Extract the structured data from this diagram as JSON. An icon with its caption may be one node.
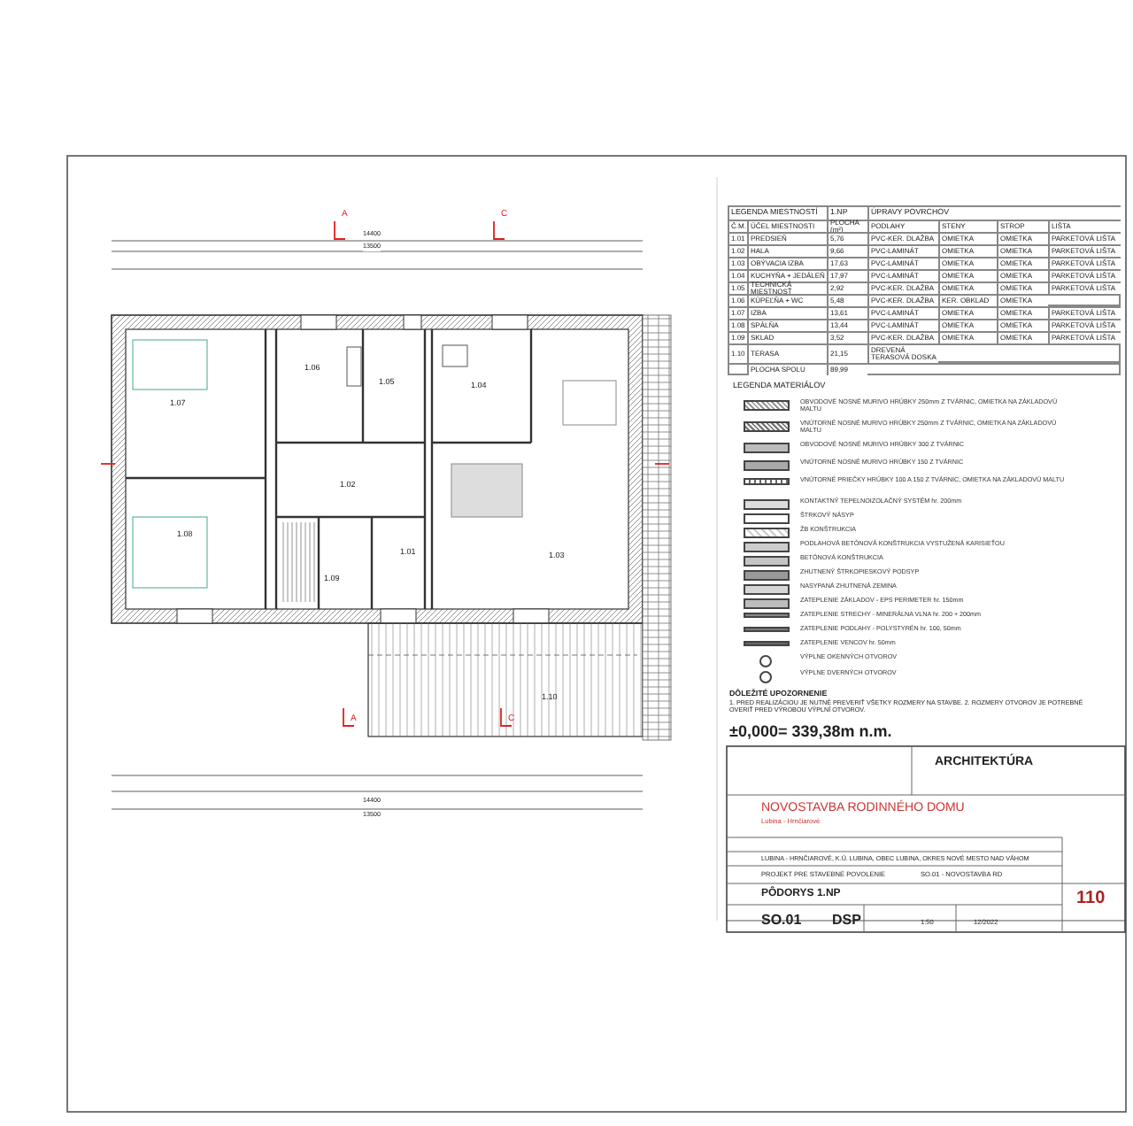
{
  "diagram": {
    "labels": [
      "LEGENDA MIESTNOSTÍ",
      "1.NP",
      "ÚPRAVY POVRCHOV",
      "Č.M.",
      "ÚČEL MIESTNOSTI",
      "PLOCHA (m²)",
      "PODLAHY",
      "STENY",
      "STROP",
      "LIŠTA",
      "1.01",
      "PREDSIEŇ",
      "5,76",
      "PVC-KER. DLAŽBA",
      "OMIETKA",
      "OMIETKA",
      "PARKETOVÁ LIŠTA",
      "1.02",
      "HALA",
      "9,66",
      "PVC-LAMINÁT",
      "OMIETKA",
      "OMIETKA",
      "PARKETOVÁ LIŠTA",
      "1.03",
      "OBÝVACIA IZBA",
      "17,63",
      "PVC-LAMINÁT",
      "OMIETKA",
      "OMIETKA",
      "PARKETOVÁ LIŠTA",
      "1.04",
      "KUCHYŇA + JEDÁLEŇ",
      "17,97",
      "PVC-LAMINÁT",
      "OMIETKA",
      "OMIETKA",
      "PARKETOVÁ LIŠTA",
      "1.05",
      "TECHNICKÁ MIESTNOSŤ",
      "2,92",
      "PVC-KER. DLAŽBA",
      "OMIETKA",
      "OMIETKA",
      "PARKETOVÁ LIŠTA",
      "1.06",
      "KÚPEĽŇA + WC",
      "5,48",
      "PVC-KER. DLAŽBA",
      "KER. OBKLAD",
      "OMIETKA",
      "1.07",
      "IZBA",
      "13,61",
      "PVC-LAMINÁT",
      "OMIETKA",
      "OMIETKA",
      "PARKETOVÁ LIŠTA",
      "1.08",
      "SPÁLŇA",
      "13,44",
      "PVC-LAMINÁT",
      "OMIETKA",
      "OMIETKA",
      "PARKETOVÁ LIŠTA",
      "1.09",
      "SKLAD",
      "3,52",
      "PVC-KER. DLAŽBA",
      "OMIETKA",
      "OMIETKA",
      "PARKETOVÁ LIŠTA",
      "1.10",
      "TERASA",
      "21,15",
      "DREVENÁ TERASOVÁ DOSKA",
      "PLOCHA SPOLU",
      "89,99",
      "LEGENDA MATERIÁLOV",
      "DÔLEŽITÉ UPOZORNENIE",
      "1. PRED REALIZÁCIOU JE NUTNÉ PREVERIŤ VŠETKY ROZMERY NA STAVBE. 2. ROZMERY OTVOROV JE POTREBNÉ OVERIŤ PRED VÝROBOU VÝPLNÍ OTVOROV.",
      "±0,000= 339,38m n.m.",
      "ARCHITEKTÚRA",
      "NOVOSTAVBA RODINNÉHO DOMU",
      "Lubina - Hrnčiarové",
      "LUBINA - HRNČIAROVÉ, K.Ú. LUBINA, OBEC LUBINA, OKRES NOVÉ MESTO NAD VÁHOM",
      "PROJEKT PRE STAVEBNÉ POVOLENIE",
      "SO.01 - NOVOSTAVBA RD",
      "PÔDORYS 1.NP",
      "SO.01",
      "DSP",
      "1:50",
      "12/2022",
      "110",
      "1.01",
      "1.02",
      "1.03",
      "1.04",
      "1.05",
      "1.06",
      "1.07",
      "1.08",
      "1.09",
      "1.10",
      "14400",
      "13500",
      "14400",
      "13500",
      "A",
      "C",
      "A",
      "C"
    ],
    "legend": [
      {
        "text": "OBVODOVÉ NOSNÉ MURIVO HRÚBKY 250mm Z TVÁRNIC, OMIETKA NA ZÁKLADOVÚ MALTU"
      },
      {
        "text": "VNÚTORNÉ NOSNÉ MURIVO HRÚBKY 250mm Z TVÁRNIC, OMIETKA NA ZÁKLADOVÚ MALTU"
      },
      {
        "text": "OBVODOVÉ NOSNÉ MURIVO HRÚBKY 300 Z TVÁRNIC"
      },
      {
        "text": "VNÚTORNÉ NOSNÉ MURIVO HRÚBKY 150 Z TVÁRNIC"
      },
      {
        "text": "VNÚTORNÉ PRIEČKY HRÚBKY 100 A 150 Z TVÁRNIC, OMIETKA NA ZÁKLADOVÚ MALTU"
      },
      {
        "text": "KONTAKTNÝ TEPELNOIZOLAČNÝ SYSTÉM hr. 200mm"
      },
      {
        "text": "ŠTRKOVÝ NÁSYP"
      },
      {
        "text": "ŽB KONŠTRUKCIA"
      },
      {
        "text": "PODLAHOVÁ BETÓNOVÁ KONŠTRUKCIA VYSTUŽENÁ KARISIEŤOU"
      },
      {
        "text": "BETÓNOVÁ KONŠTRUKCIA"
      },
      {
        "text": "ZHUTNENÝ ŠTRKOPIESKOVÝ PODSYP"
      },
      {
        "text": "NASYPANÁ ZHUTNENÁ ZEMINA"
      },
      {
        "text": "ZATEPLENIE ZÁKLADOV - EPS PERIMETER hr. 150mm"
      },
      {
        "text": "ZATEPLENIE STRECHY - MINERÁLNA VLNA hr. 200 + 200mm"
      },
      {
        "text": "ZATEPLENIE PODLAHY - POLYSTYRÉN hr. 100, 50mm"
      },
      {
        "text": "ZATEPLENIE VENCOV hr. 50mm"
      },
      {
        "text": "VÝPLNE OKENNÝCH OTVOROV"
      },
      {
        "text": "VÝPLNE DVERNÝCH OTVOROV"
      }
    ]
  }
}
